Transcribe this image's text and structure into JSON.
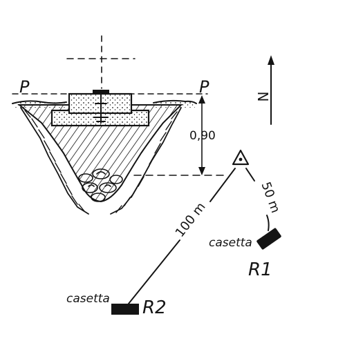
{
  "section": {
    "plane_left_label": "P",
    "plane_right_label": "P",
    "depth_label": "0,90"
  },
  "north": {
    "label": "N"
  },
  "survey": {
    "station_a": {
      "distance_label": "100 m"
    },
    "station_b": {
      "distance_label": "50 m"
    },
    "hut_r1": {
      "caption": "casetta",
      "code": "R1"
    },
    "hut_r2": {
      "caption": "casetta",
      "code": "R2"
    }
  },
  "colors": {
    "ink": "#141414",
    "paper": "#ffffff"
  }
}
